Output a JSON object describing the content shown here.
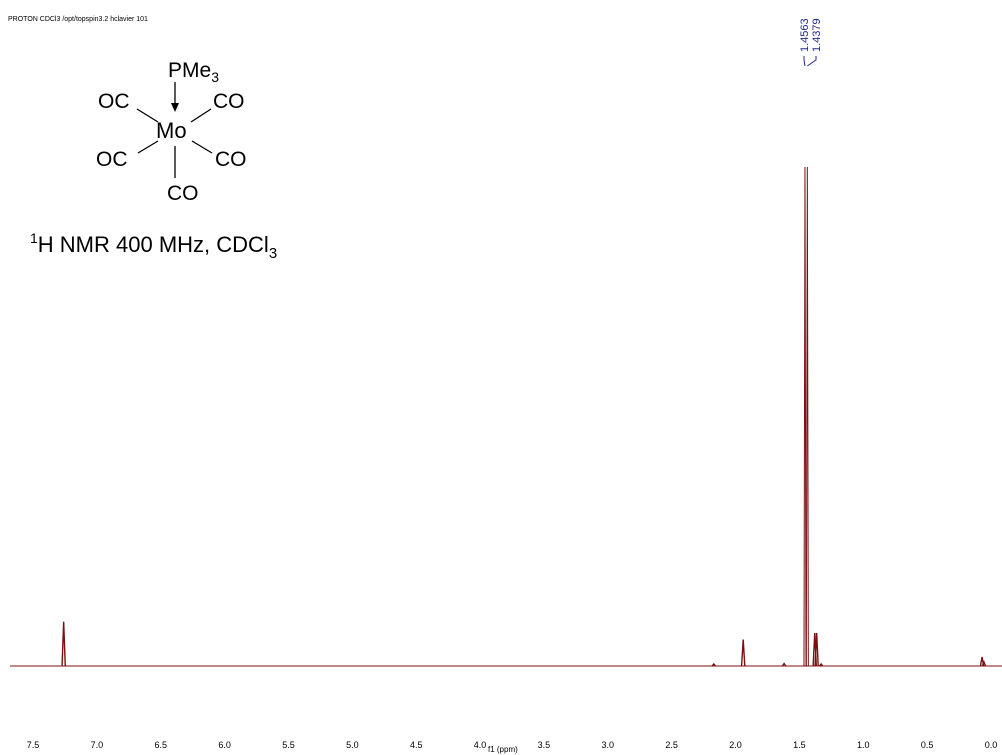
{
  "header": {
    "text": "PROTON CDCl3 /opt/topspin3.2 hclavier 101"
  },
  "molecule": {
    "top": "PMe",
    "top_sub": "3",
    "center": "Mo",
    "upper_left": "OC",
    "upper_right": "CO",
    "lower_left": "OC",
    "lower_right": "CO",
    "bottom": "CO"
  },
  "nmr_title": {
    "prefix_sup": "1",
    "main": "H NMR 400 MHz, CDCl",
    "sub": "3"
  },
  "chart_data": {
    "type": "line",
    "xlabel": "f1 (ppm)",
    "xlim": [
      7.5,
      0.0
    ],
    "ylim": [
      0,
      1.0
    ],
    "x_ticks": [
      "7.5",
      "7.0",
      "6.5",
      "6.0",
      "5.5",
      "5.0",
      "4.5",
      "4.0",
      "3.5",
      "3.0",
      "2.5",
      "2.0",
      "1.5",
      "1.0",
      "0.5",
      "0.0"
    ],
    "peaks": [
      {
        "ppm": 7.26,
        "height": 0.089
      },
      {
        "ppm": 2.17,
        "height": 0.004
      },
      {
        "ppm": 1.94,
        "height": 0.053
      },
      {
        "ppm": 1.62,
        "height": 0.005
      },
      {
        "ppm": 1.4563,
        "height": 1.0
      },
      {
        "ppm": 1.4379,
        "height": 1.0
      },
      {
        "ppm": 1.38,
        "height": 0.066
      },
      {
        "ppm": 1.365,
        "height": 0.066
      },
      {
        "ppm": 1.33,
        "height": 0.004
      },
      {
        "ppm": 0.07,
        "height": 0.018
      },
      {
        "ppm": 0.055,
        "height": 0.008
      }
    ],
    "peak_labels": [
      "1.4563",
      "1.4379"
    ],
    "colors": {
      "spectrum": "#7a1010",
      "labels": "#1f2a8a"
    }
  }
}
